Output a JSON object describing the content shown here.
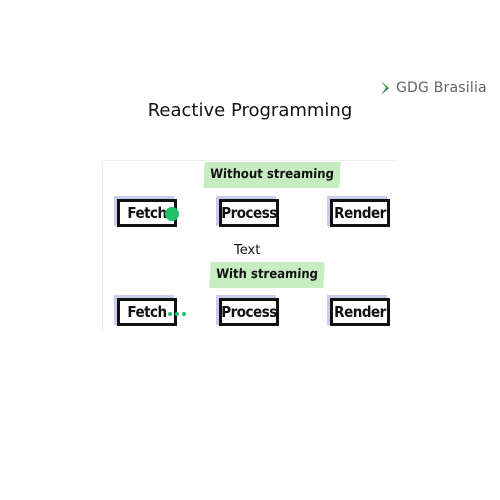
{
  "header": {
    "logo_text": "GDG Brasilia",
    "logo_color": "#34a853",
    "logo_dark_color": "#1e7e34"
  },
  "slide": {
    "title": "Reactive Programming",
    "text_label": "Text"
  },
  "diagram": {
    "without_streaming": {
      "label": "Without streaming",
      "steps": [
        "Fetch",
        "Process",
        "Render"
      ],
      "connector": "big-dot"
    },
    "with_streaming": {
      "label": "With streaming",
      "steps": [
        "Fetch",
        "Process",
        "Render"
      ],
      "connector": "small-dots"
    },
    "colors": {
      "highlight": "#c7ecc2",
      "box_shadow": "#c8cdf0",
      "box_border": "#111111",
      "dot": "#22c06b"
    }
  }
}
